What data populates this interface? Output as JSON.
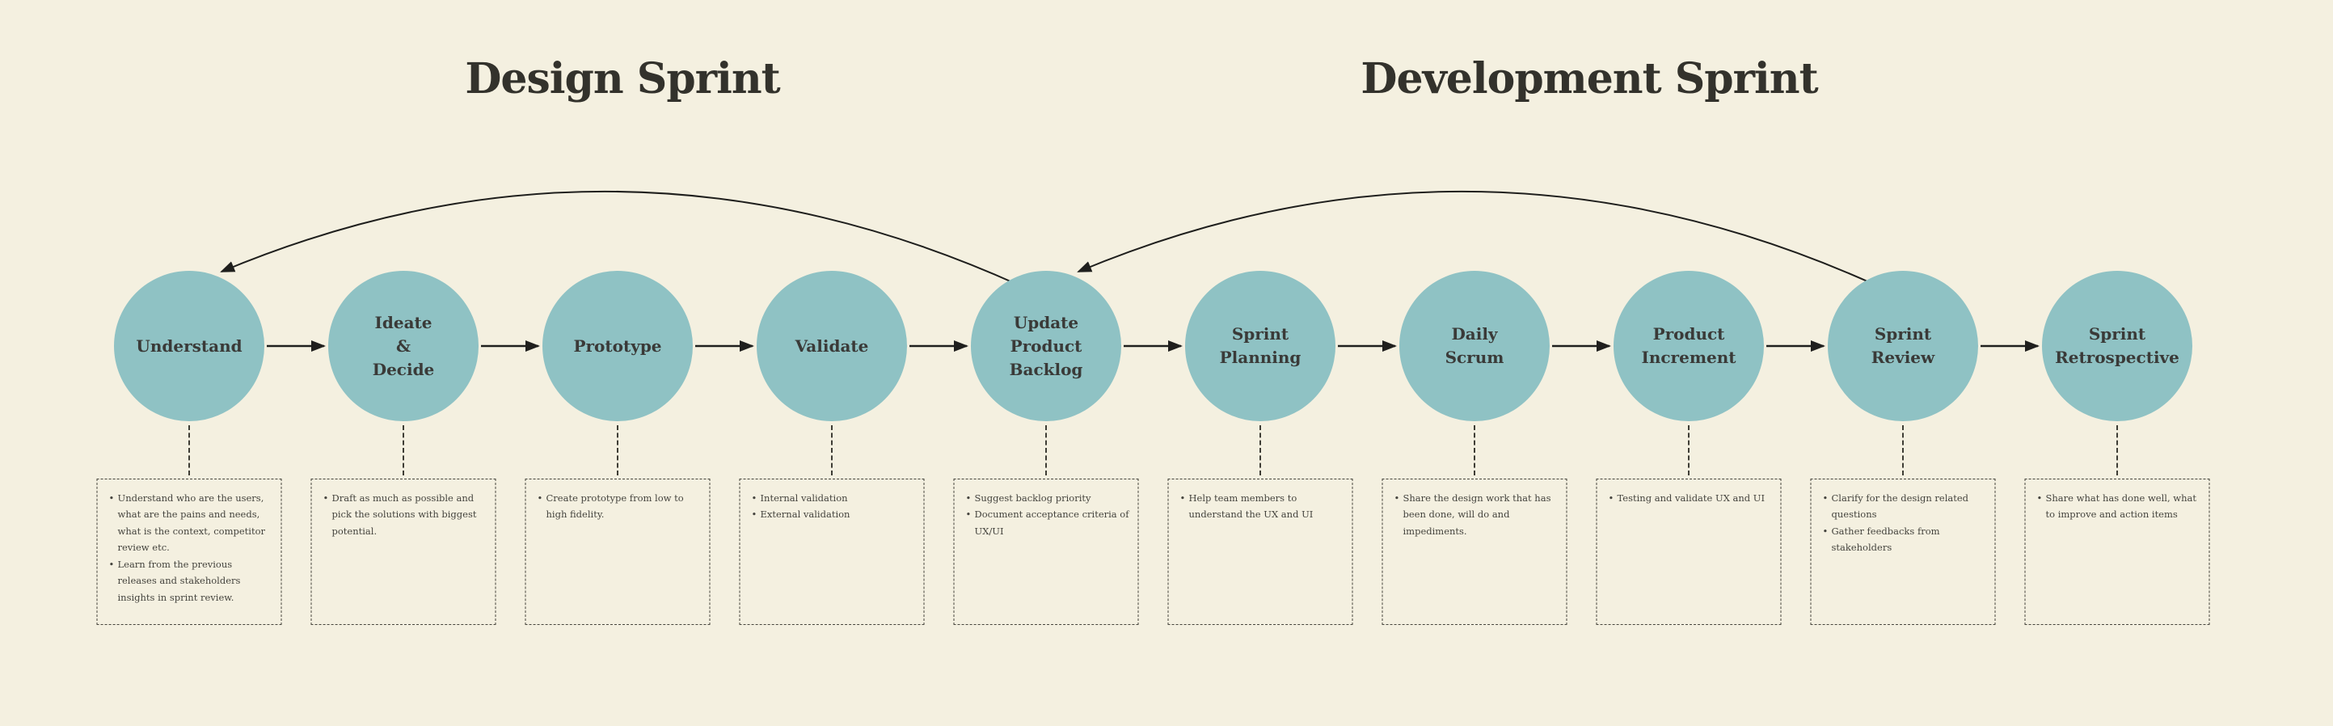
{
  "titles": {
    "design": "Design Sprint",
    "development": "Development Sprint"
  },
  "colors": {
    "background": "#F4F0E0",
    "circle_fill": "#8FC2C4",
    "circle_text": "#3A3A38",
    "title_text": "#33322C",
    "arrow": "#1F1F1D",
    "note_border": "#46453C",
    "note_text": "#45443E"
  },
  "stages": [
    {
      "id": "understand",
      "label": "Understand",
      "notes": [
        "Understand who are the users, what are the pains and needs, what is the context, competitor review etc.",
        "Learn from the previous releases and stakeholders insights in sprint review."
      ]
    },
    {
      "id": "ideate-decide",
      "label": "Ideate\n&\nDecide",
      "notes": [
        "Draft as much as possible and pick the solutions with biggest potential."
      ]
    },
    {
      "id": "prototype",
      "label": "Prototype",
      "notes": [
        "Create prototype from low to high fidelity."
      ]
    },
    {
      "id": "validate",
      "label": "Validate",
      "notes": [
        "Internal validation",
        "External validation"
      ]
    },
    {
      "id": "update-product-backlog",
      "label": "Update\nProduct\nBacklog",
      "notes": [
        "Suggest backlog priority",
        "Document acceptance criteria of UX/UI"
      ]
    },
    {
      "id": "sprint-planning",
      "label": "Sprint\nPlanning",
      "notes": [
        "Help team members to understand the UX and UI"
      ]
    },
    {
      "id": "daily-scrum",
      "label": "Daily\nScrum",
      "notes": [
        "Share the design work that has been done, will do and impediments."
      ]
    },
    {
      "id": "product-increment",
      "label": "Product\nIncrement",
      "notes": [
        "Testing and validate UX and UI"
      ]
    },
    {
      "id": "sprint-review",
      "label": "Sprint\nReview",
      "notes": [
        "Clarify for the design related questions",
        "Gather feedbacks from stakeholders"
      ]
    },
    {
      "id": "sprint-retrospective",
      "label": "Sprint\nRetrospective",
      "notes": [
        "Share what has done well, what to improve and action items"
      ]
    }
  ],
  "flow": {
    "direction": "left-to-right"
  },
  "feedback_loops": [
    {
      "from": "update-product-backlog",
      "to": "understand"
    },
    {
      "from": "sprint-review",
      "to": "update-product-backlog"
    }
  ]
}
